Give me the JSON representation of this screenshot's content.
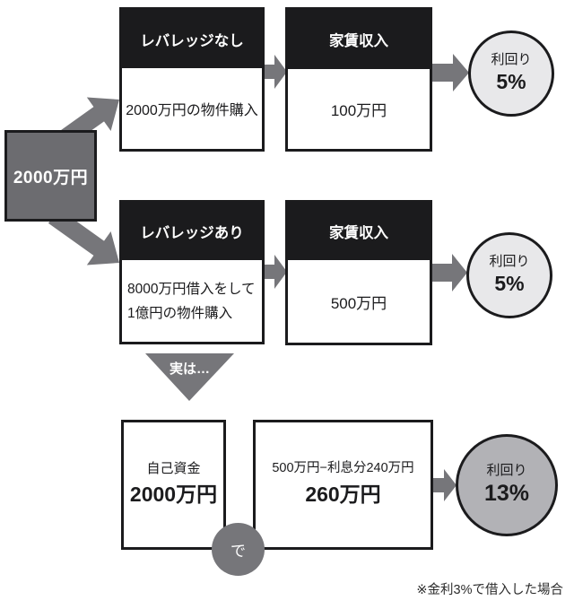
{
  "diagram": {
    "source": {
      "label": "2000万円"
    },
    "flow_no_leverage": {
      "header": "レバレッジなし",
      "body": "2000万円の物件購入",
      "income_header": "家賃収入",
      "income_value": "100万円",
      "yield_label": "利回り",
      "yield_value": "5%"
    },
    "flow_leverage": {
      "header": "レバレッジあり",
      "body_line1": "8000万円借入をして",
      "body_line2": "1億円の物件購入",
      "income_header": "家賃収入",
      "income_value": "500万円",
      "yield_label": "利回り",
      "yield_value": "5%"
    },
    "reveal_label": "実は…",
    "result": {
      "equity_caption": "自己資金",
      "equity_value": "2000万円",
      "connector": "で",
      "net_caption": "500万円−利息分240万円",
      "net_value": "260万円",
      "yield_label": "利回り",
      "yield_value": "13%"
    },
    "footnote": "※金利3%で借入した場合"
  },
  "colors": {
    "black": "#1b1b1d",
    "arrow_gray": "#76767a",
    "source_box_gray": "#6c6c70",
    "yield_circle_light": "#e8e8ea",
    "yield_circle_result": "#b2b2b6"
  }
}
